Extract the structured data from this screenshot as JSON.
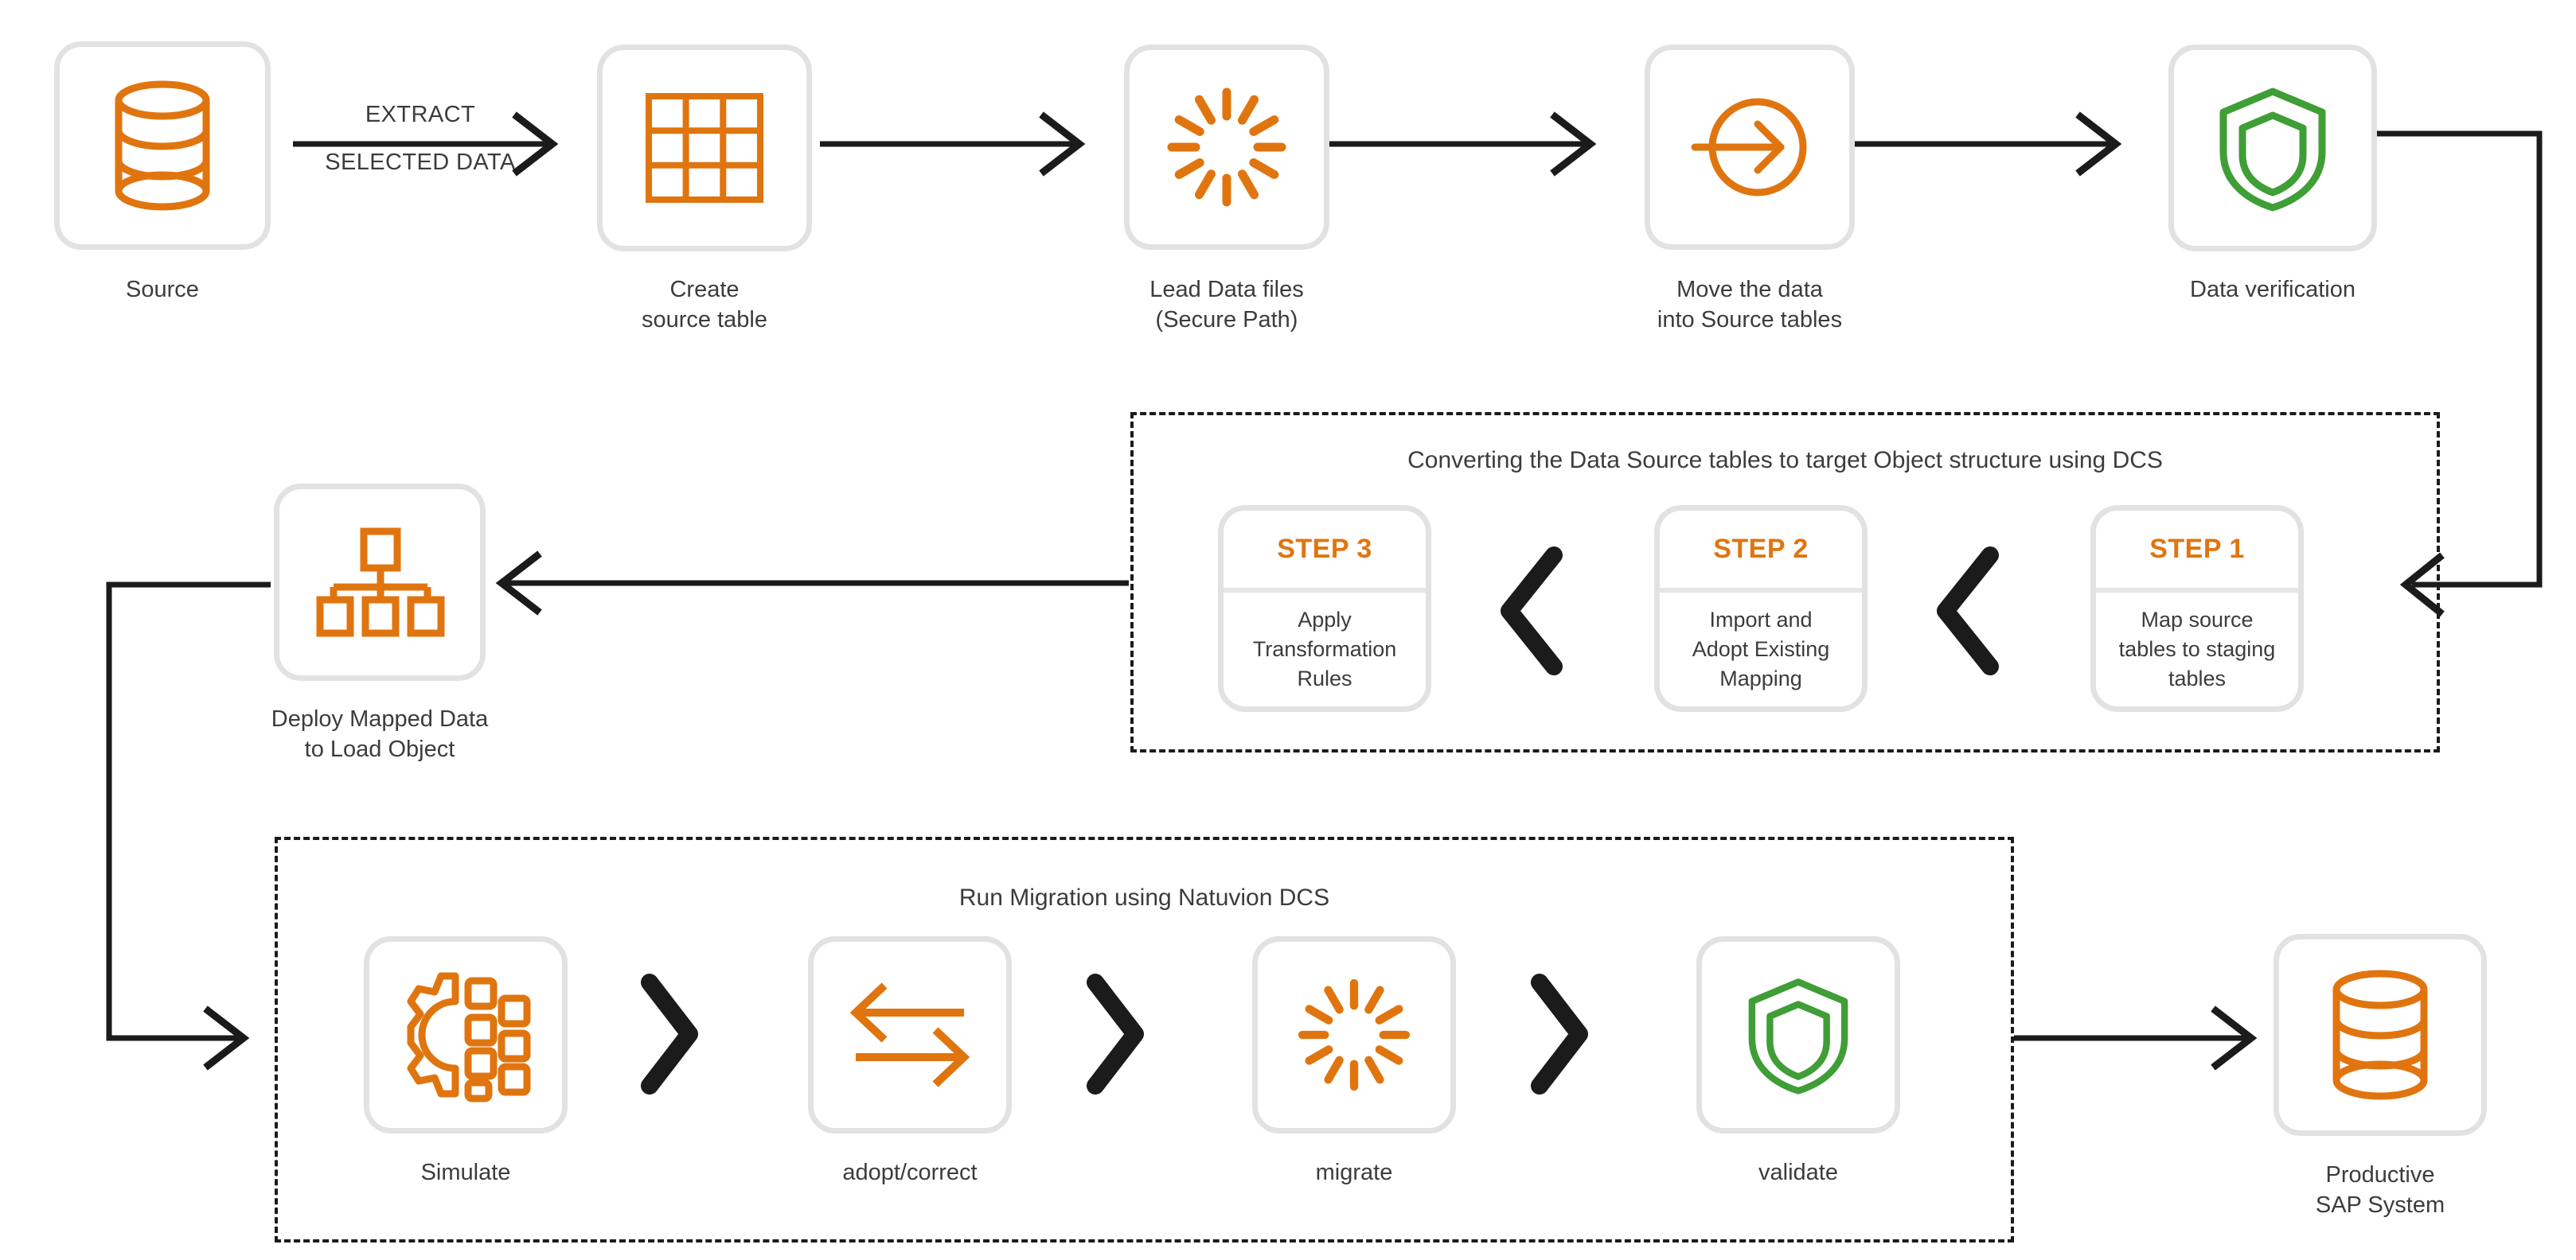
{
  "colors": {
    "orange": "#e0750f",
    "green": "#3f9e35",
    "tile_border": "#e2e2e2",
    "line": "#1b1b1b",
    "text": "#3c3c3c"
  },
  "top_row": [
    {
      "id": "source",
      "icon": "database-icon",
      "caption": "Source"
    },
    {
      "id": "create-source-table",
      "icon": "table-grid-icon",
      "caption": "Create\nsource table"
    },
    {
      "id": "lead-data-files",
      "icon": "spinner-icon",
      "caption": "Lead Data files\n(Secure Path)"
    },
    {
      "id": "move-the-data",
      "icon": "arrow-in-circle-icon",
      "caption": "Move the data\ninto Source tables"
    },
    {
      "id": "data-verification",
      "icon": "shield-icon",
      "caption": "Data verification"
    }
  ],
  "extract_arrow": {
    "label_top": "EXTRACT",
    "label_bottom": "SELECTED DATA"
  },
  "dcs_group": {
    "title": "Converting the Data Source tables to target Object structure using DCS",
    "steps": [
      {
        "title": "STEP 3",
        "body": "Apply\nTransformation\nRules"
      },
      {
        "title": "STEP 2",
        "body": "Import and\nAdopt Existing\nMapping"
      },
      {
        "title": "STEP 1",
        "body": "Map source\ntables to staging\ntables"
      }
    ]
  },
  "deploy_node": {
    "icon": "hierarchy-icon",
    "caption": "Deploy Mapped Data\nto Load Object"
  },
  "migration_group": {
    "title": "Run Migration using Natuvion DCS",
    "steps": [
      {
        "id": "simulate",
        "icon": "gear-grid-icon",
        "caption": "Simulate"
      },
      {
        "id": "adopt-correct",
        "icon": "two-arrows-icon",
        "caption": "adopt/correct"
      },
      {
        "id": "migrate",
        "icon": "spinner-icon",
        "caption": "migrate"
      },
      {
        "id": "validate",
        "icon": "shield-icon",
        "caption": "validate"
      }
    ]
  },
  "target_node": {
    "icon": "database-icon",
    "caption": "Productive\nSAP System"
  }
}
